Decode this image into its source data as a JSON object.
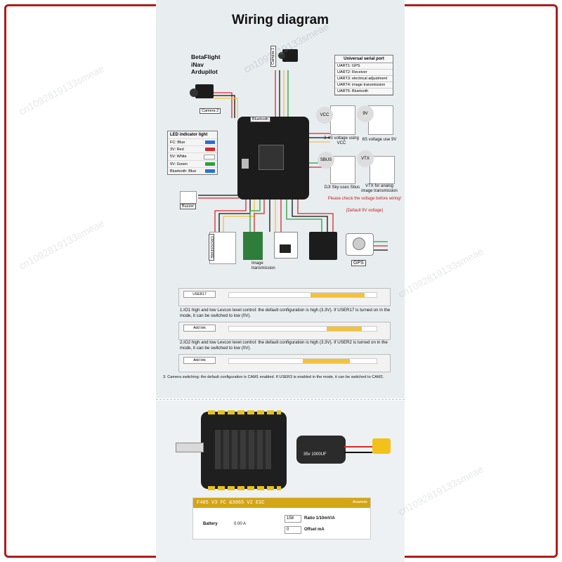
{
  "title": "Wiring diagram",
  "firmware": [
    "BetaFlight",
    "iNav",
    "Ardupilot"
  ],
  "cameras": {
    "camera1": "Camera 1",
    "camera2": "Camera 2"
  },
  "serial_port": {
    "header": "Universal serial port",
    "rows": [
      "UART1: GPS",
      "UART2: Receiver",
      "UART3: electrical adjustment",
      "UART4: image transmission",
      "UART5: Bluetooth"
    ]
  },
  "led": {
    "header": "LED indicator light",
    "rows": [
      {
        "label": "FC: Blue",
        "color": "#2a6fd6"
      },
      {
        "label": "3V: Red",
        "color": "#d62a2a"
      },
      {
        "label": "5V: White",
        "color": "#ffffff"
      },
      {
        "label": "9V: Green",
        "color": "#27a33a"
      },
      {
        "label": "Bluetooth: Blue",
        "color": "#2a6fd6"
      }
    ]
  },
  "voltage_notes": {
    "vcc_note": "3-4S voltage using VCC",
    "v9_note": "6S voltage use 9V",
    "sbus_note": "DJI Sky uses Sbus",
    "vtx_note": "VTX for analog image transmission",
    "warning": "Please check the voltage before wiring!",
    "default": "(Default 9V voltage)"
  },
  "ports": {
    "vcc": "VCC",
    "v9": "9V",
    "sbus": "SBUS",
    "vtx": "VTX"
  },
  "labels": {
    "buzzer": "Buzzer",
    "gps": "GPS",
    "crossfire": "CROSSFIRE",
    "image_transmission": "Image transmission",
    "board_tag": "Bluetooth"
  },
  "levels": [
    {
      "tag": "USER17",
      "desc": "1.IO1 high and low Levcon level control: the default configuration is high (3.3V). If USER17 is turned on in the mode, it can be switched to low (0V).",
      "fill": [
        0.55,
        0.92
      ]
    },
    {
      "tag": "Add link",
      "desc": "2.IO2 high and low Levcon level control: the default configuration is high (3.3V). If USER2 is turned on in the mode, it can be switched to low (0V).",
      "fill": [
        0.66,
        0.9
      ]
    },
    {
      "tag": "Add link",
      "desc": "3. Camera switching: the default configuration is CAM1 enabled. If USER3 is enabled in the mode, it can be switched to CAM2.",
      "fill": [
        0.5,
        0.82
      ]
    }
  ],
  "capacitor": "35v 1000UF",
  "battery": {
    "header": "F405 V3 FC &3065 V2 ESC",
    "brand": "Ainamote",
    "label": "Battery",
    "value": "0.00 A",
    "ratio_value": "158",
    "ratio_label": "Ratio 1/10mV/A",
    "offset_value": "0",
    "offset_label": "Offset mA"
  },
  "watermark": "cn1092819133smeae"
}
